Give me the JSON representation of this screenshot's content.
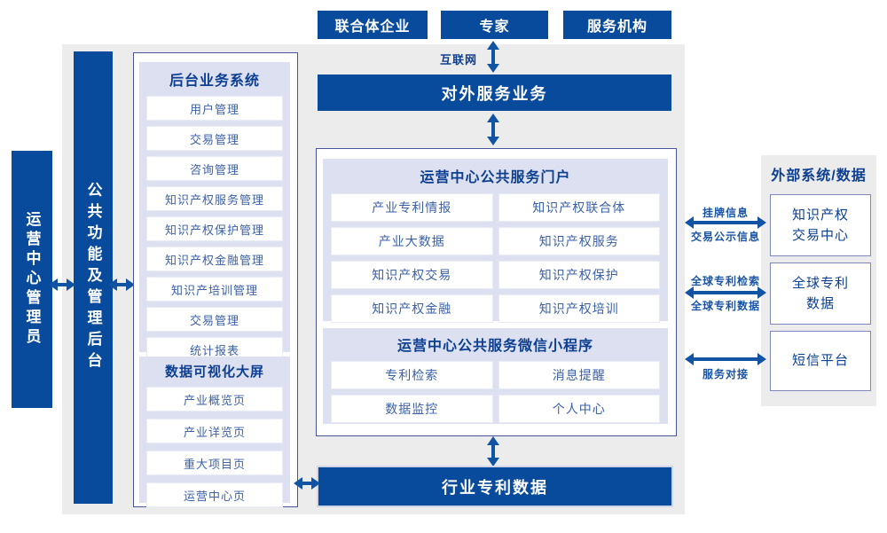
{
  "colors": {
    "primary_blue": "#084a9c",
    "arrow_blue": "#1254a4",
    "panel_lavender": "#dce0f0",
    "heading_navy": "#0c3f92",
    "item_blue": "#3b61a8",
    "background_gray": "#ececec"
  },
  "top_entities": [
    "联合体企业",
    "专家",
    "服务机构"
  ],
  "internet_label": "互联网",
  "external_service_bar": "对外服务业务",
  "side_bars": {
    "admin": "运营中心管理员",
    "backend": "公共功能及管理后台"
  },
  "backend_system": {
    "title": "后台业务系统",
    "items": [
      "用户管理",
      "交易管理",
      "咨询管理",
      "知识产权服务管理",
      "知识产权保护管理",
      "知识产权金融管理",
      "知识产培训管理",
      "交易管理",
      "统计报表"
    ]
  },
  "dashboard": {
    "title": "数据可视化大屏",
    "items": [
      "产业概览页",
      "产业详览页",
      "重大项目页",
      "运营中心页"
    ]
  },
  "portal": {
    "title": "运营中心公共服务门户",
    "items": [
      "产业专利情报",
      "知识产权联合体",
      "产业大数据",
      "知识产权服务",
      "知识产权交易",
      "知识产权保护",
      "知识产权金融",
      "知识产权培训"
    ]
  },
  "miniprogram": {
    "title": "运营中心公共服务微信小程序",
    "items": [
      "专利检索",
      "消息提醒",
      "数据监控",
      "个人中心"
    ]
  },
  "industry_data_bar": "行业专利数据",
  "external_systems": {
    "title": "外部系统/数据",
    "boxes": [
      "知识产权\n交易中心",
      "全球专利\n数据",
      "短信平台"
    ]
  },
  "link_labels": [
    {
      "top": "挂牌信息",
      "bottom": "交易公示信息"
    },
    {
      "top": "全球专利检索",
      "bottom": "全球专利数据"
    },
    {
      "top": "",
      "bottom": "服务对接"
    }
  ]
}
